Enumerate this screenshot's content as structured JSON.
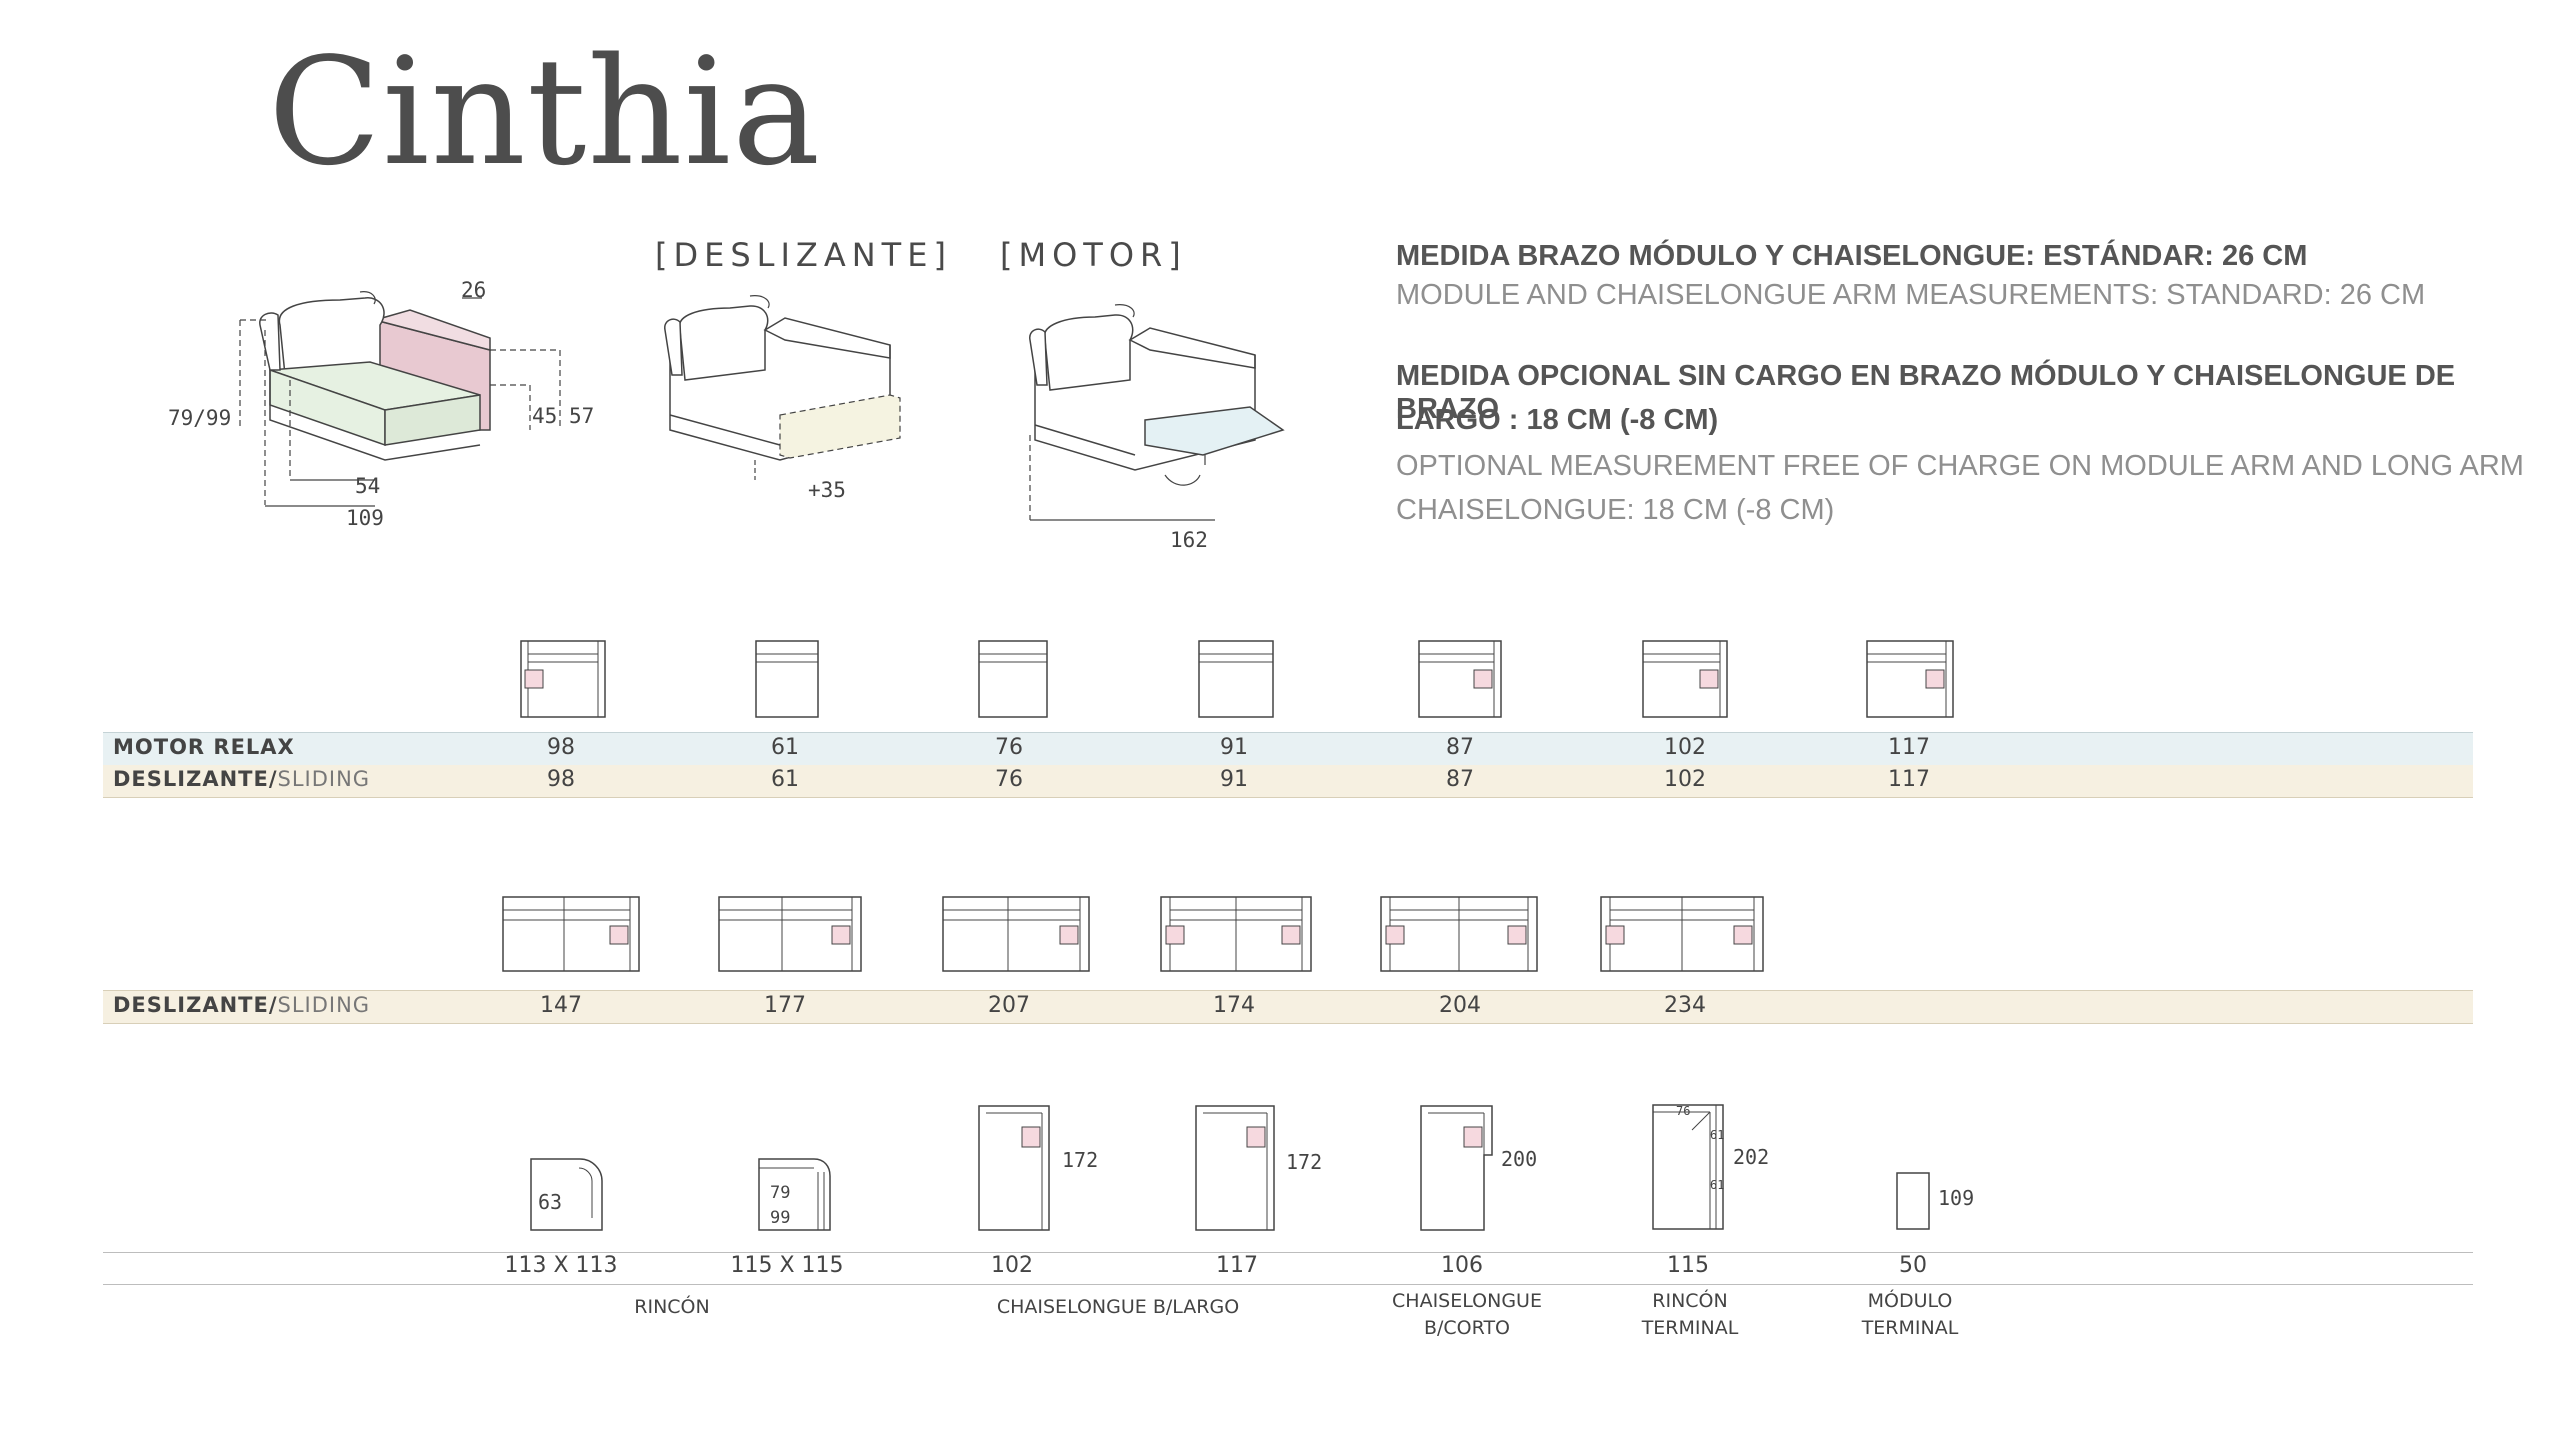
{
  "title": "Cinthia",
  "sections": {
    "deslizante_label": "[DESLIZANTE]",
    "motor_label": "[MOTOR]"
  },
  "module_dims": {
    "arm": "26",
    "height": "79/99",
    "seat_h": "45",
    "arm_h": "57",
    "seat_d": "54",
    "depth": "109",
    "slide_ext": "+35",
    "motor_ext": "162"
  },
  "specs": {
    "line1_es": "MEDIDA BRAZO MÓDULO Y CHAISELONGUE: ESTÁNDAR: 26 CM",
    "line1_en": "MODULE AND CHAISELONGUE ARM MEASUREMENTS: STANDARD: 26 CM",
    "line2_es_a": "MEDIDA OPCIONAL SIN CARGO EN BRAZO MÓDULO Y CHAISELONGUE DE BRAZO",
    "line2_es_b": "LARGO : 18 CM (-8 CM)",
    "line2_en_a": "OPTIONAL MEASUREMENT FREE OF CHARGE ON MODULE ARM AND LONG ARM",
    "line2_en_b": "CHAISELONGUE: 18 CM (-8 CM)"
  },
  "row1": {
    "motor_label": "MOTOR RELAX",
    "sliding_label_bold": "DESLIZANTE/",
    "sliding_label_light": "SLIDING",
    "motor_values": [
      "98",
      "61",
      "76",
      "91",
      "87",
      "102",
      "117"
    ],
    "sliding_values": [
      "98",
      "61",
      "76",
      "91",
      "87",
      "102",
      "117"
    ]
  },
  "row2": {
    "sliding_label_bold": "DESLIZANTE/",
    "sliding_label_light": "SLIDING",
    "values": [
      "147",
      "177",
      "207",
      "174",
      "204",
      "234"
    ]
  },
  "row3": {
    "icon_labels": {
      "corner_small": "63",
      "corner_large_a": "79",
      "corner_large_b": "99",
      "chaise_long_1": "172",
      "chaise_long_2": "172",
      "chaise_short": "200",
      "terminal_corner": "202",
      "terminal_corner_top": "76",
      "terminal_corner_side_a": "61",
      "terminal_corner_side_b": "61",
      "terminal_module": "109"
    },
    "values": [
      "113 X 113",
      "115 X 115",
      "102",
      "117",
      "106",
      "115",
      "50"
    ],
    "captions": {
      "rincon": "RINCÓN",
      "chaise_largo": "CHAISELONGUE B/LARGO",
      "chaise_corto_a": "CHAISELONGUE",
      "chaise_corto_b": "B/CORTO",
      "rincon_terminal_a": "RINCÓN",
      "rincon_terminal_b": "TERMINAL",
      "modulo_terminal_a": "MÓDULO",
      "modulo_terminal_b": "TERMINAL"
    }
  },
  "colors": {
    "arm_pink": "#e8c9d1",
    "seat_green": "#e6f1e2",
    "slide_cream": "#f5f3e1",
    "motor_blue": "#e4f1f4",
    "band_blue": "#e8f1f3",
    "band_cream": "#f6f0e1"
  }
}
